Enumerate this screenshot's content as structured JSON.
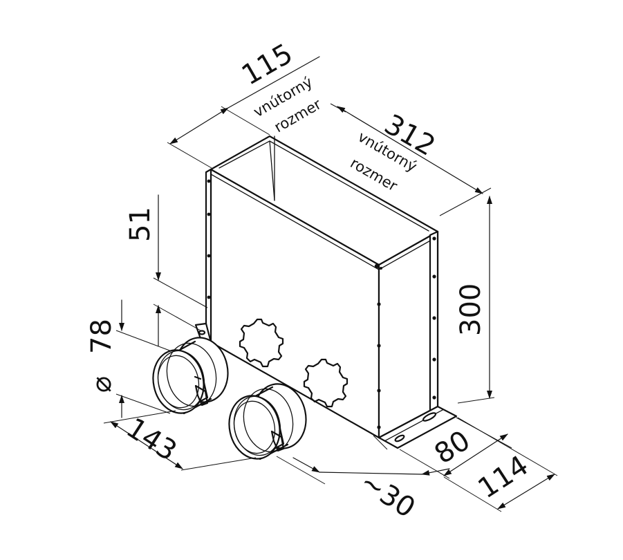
{
  "dimensions": {
    "width_inner": {
      "value": "115",
      "note_line1": "vnútorný",
      "note_line2": "rozmer"
    },
    "length_inner": {
      "value": "312",
      "note_line1": "vnútorný",
      "note_line2": "rozmer"
    },
    "height": "300",
    "spigot_offset": "51",
    "spigot_diameter": "78",
    "spigot_spacing": "143",
    "spigot_length": "~30",
    "depth_base": "80",
    "depth_flange": "114"
  },
  "symbols": {
    "diameter": "⌀"
  }
}
